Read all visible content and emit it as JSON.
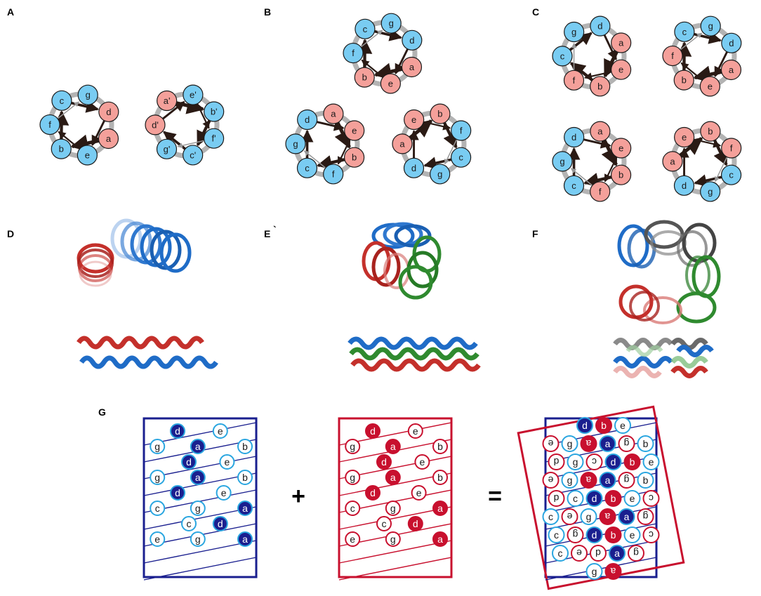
{
  "panel_labels": {
    "A": "A",
    "B": "B",
    "C": "C",
    "D": "D",
    "E": "E",
    "F": "F",
    "G": "G",
    "E_mark": "`"
  },
  "colors": {
    "core_fill": "#f4a09a",
    "surface_fill": "#79ccf2",
    "wheel_ring": "#b3b3b3",
    "arrow": "#2a1a14",
    "blue_helix": "#1f6cc7",
    "red_helix": "#c4302b",
    "green_helix": "#2f8a2f",
    "gray_helix": "#6a6a6a",
    "net_blue": "#1a1f8f",
    "net_red": "#c8102e",
    "net_outline_light": "#2aa6e0"
  },
  "panel_a": {
    "wheels": [
      {
        "labels": [
          "c",
          "g",
          "d",
          "a",
          "e",
          "b",
          "f"
        ],
        "core": [
          false,
          false,
          true,
          true,
          false,
          false,
          false
        ]
      },
      {
        "labels": [
          "e'",
          "b'",
          "f'",
          "c'",
          "g'",
          "d'",
          "a'"
        ],
        "core": [
          false,
          false,
          false,
          false,
          false,
          true,
          true
        ]
      }
    ]
  },
  "panel_b": {
    "wheels": [
      {
        "labels": [
          "c",
          "g",
          "d",
          "a",
          "e",
          "b",
          "f"
        ],
        "core": [
          false,
          false,
          false,
          true,
          true,
          true,
          false
        ]
      },
      {
        "labels": [
          "a",
          "e",
          "b",
          "f",
          "c",
          "g",
          "d"
        ],
        "core": [
          true,
          true,
          true,
          false,
          false,
          false,
          false
        ]
      },
      {
        "labels": [
          "b",
          "f",
          "c",
          "g",
          "d",
          "a",
          "e"
        ],
        "core": [
          true,
          false,
          false,
          false,
          false,
          true,
          true
        ]
      }
    ]
  },
  "panel_c": {
    "wheels": [
      {
        "labels": [
          "d",
          "a",
          "e",
          "b",
          "f",
          "c",
          "g"
        ],
        "core": [
          false,
          true,
          true,
          true,
          true,
          false,
          false
        ]
      },
      {
        "labels": [
          "c",
          "g",
          "d",
          "a",
          "e",
          "b",
          "f"
        ],
        "core": [
          false,
          false,
          false,
          true,
          true,
          true,
          true
        ]
      },
      {
        "labels": [
          "a",
          "e",
          "b",
          "f",
          "c",
          "g",
          "d"
        ],
        "core": [
          true,
          true,
          true,
          true,
          false,
          false,
          false
        ]
      },
      {
        "labels": [
          "b",
          "f",
          "c",
          "g",
          "d",
          "a",
          "e"
        ],
        "core": [
          true,
          true,
          false,
          false,
          false,
          true,
          true
        ]
      }
    ]
  },
  "panel_g": {
    "operators": {
      "plus": "+",
      "equals": "="
    },
    "blue_net": [
      {
        "l": "d",
        "s": "filled"
      },
      {
        "l": "e",
        "s": "white"
      },
      {
        "l": "g",
        "s": "white"
      },
      {
        "l": "a",
        "s": "filled"
      },
      {
        "l": "b",
        "s": "white"
      },
      {
        "l": "d",
        "s": "filled"
      },
      {
        "l": "e",
        "s": "white"
      },
      {
        "l": "g",
        "s": "white"
      },
      {
        "l": "a",
        "s": "filled"
      },
      {
        "l": "b",
        "s": "white"
      },
      {
        "l": "d",
        "s": "filled"
      },
      {
        "l": "e",
        "s": "white"
      },
      {
        "l": "c",
        "s": "white"
      },
      {
        "l": "g",
        "s": "white"
      },
      {
        "l": "a",
        "s": "filled"
      },
      {
        "l": "c",
        "s": "white"
      },
      {
        "l": "d",
        "s": "filled"
      },
      {
        "l": "e",
        "s": "white"
      },
      {
        "l": "g",
        "s": "white"
      },
      {
        "l": "a",
        "s": "filled"
      }
    ],
    "red_net": [
      {
        "l": "d",
        "s": "filled"
      },
      {
        "l": "e",
        "s": "white"
      },
      {
        "l": "g",
        "s": "white"
      },
      {
        "l": "a",
        "s": "filled"
      },
      {
        "l": "b",
        "s": "white"
      },
      {
        "l": "d",
        "s": "filled"
      },
      {
        "l": "e",
        "s": "white"
      },
      {
        "l": "g",
        "s": "white"
      },
      {
        "l": "a",
        "s": "filled"
      },
      {
        "l": "b",
        "s": "white"
      },
      {
        "l": "d",
        "s": "filled"
      },
      {
        "l": "e",
        "s": "white"
      },
      {
        "l": "c",
        "s": "white"
      },
      {
        "l": "g",
        "s": "white"
      },
      {
        "l": "a",
        "s": "filled"
      },
      {
        "l": "c",
        "s": "white"
      },
      {
        "l": "d",
        "s": "filled"
      },
      {
        "l": "e",
        "s": "white"
      },
      {
        "l": "g",
        "s": "white"
      },
      {
        "l": "a",
        "s": "filled"
      }
    ],
    "combined": [
      {
        "l": "d",
        "c": "blue",
        "s": "filled"
      },
      {
        "l": "b",
        "c": "red",
        "s": "filled"
      },
      {
        "l": "e",
        "c": "blue",
        "s": "white"
      },
      {
        "l": "e",
        "c": "red",
        "s": "white",
        "flip": true
      },
      {
        "l": "g",
        "c": "blue",
        "s": "white"
      },
      {
        "l": "a",
        "c": "red",
        "s": "filled",
        "flip": true
      },
      {
        "l": "a",
        "c": "blue",
        "s": "filled"
      },
      {
        "l": "g",
        "c": "red",
        "s": "white",
        "flip": true
      },
      {
        "l": "b",
        "c": "blue",
        "s": "white"
      },
      {
        "l": "d",
        "c": "red",
        "s": "white",
        "flip": true
      },
      {
        "l": "g",
        "c": "blue",
        "s": "white"
      },
      {
        "l": "c",
        "c": "red",
        "s": "white",
        "flip": true
      },
      {
        "l": "d",
        "c": "blue",
        "s": "filled"
      },
      {
        "l": "b",
        "c": "red",
        "s": "filled"
      },
      {
        "l": "e",
        "c": "blue",
        "s": "white"
      },
      {
        "l": "e",
        "c": "red",
        "s": "white",
        "flip": true
      },
      {
        "l": "g",
        "c": "blue",
        "s": "white"
      },
      {
        "l": "a",
        "c": "red",
        "s": "filled",
        "flip": true
      },
      {
        "l": "a",
        "c": "blue",
        "s": "filled"
      },
      {
        "l": "g",
        "c": "red",
        "s": "white",
        "flip": true
      },
      {
        "l": "b",
        "c": "blue",
        "s": "white"
      },
      {
        "l": "d",
        "c": "red",
        "s": "white",
        "flip": true
      },
      {
        "l": "c",
        "c": "blue",
        "s": "white"
      },
      {
        "l": "d",
        "c": "blue",
        "s": "filled"
      },
      {
        "l": "b",
        "c": "red",
        "s": "filled"
      },
      {
        "l": "e",
        "c": "blue",
        "s": "white"
      },
      {
        "l": "c",
        "c": "red",
        "s": "white",
        "flip": true
      },
      {
        "l": "c",
        "c": "blue",
        "s": "white"
      },
      {
        "l": "e",
        "c": "red",
        "s": "white",
        "flip": true
      },
      {
        "l": "g",
        "c": "blue",
        "s": "white"
      },
      {
        "l": "a",
        "c": "red",
        "s": "filled",
        "flip": true
      },
      {
        "l": "a",
        "c": "blue",
        "s": "filled"
      },
      {
        "l": "g",
        "c": "red",
        "s": "white",
        "flip": true
      },
      {
        "l": "c",
        "c": "blue",
        "s": "white"
      },
      {
        "l": "g",
        "c": "red",
        "s": "white",
        "flip": true
      },
      {
        "l": "d",
        "c": "blue",
        "s": "filled"
      },
      {
        "l": "b",
        "c": "red",
        "s": "filled"
      },
      {
        "l": "e",
        "c": "blue",
        "s": "white"
      },
      {
        "l": "c",
        "c": "red",
        "s": "white",
        "flip": true
      },
      {
        "l": "c",
        "c": "blue",
        "s": "white"
      },
      {
        "l": "e",
        "c": "red",
        "s": "white",
        "flip": true
      },
      {
        "l": "d",
        "c": "red",
        "s": "white",
        "flip": true
      },
      {
        "l": "a",
        "c": "blue",
        "s": "filled"
      },
      {
        "l": "g",
        "c": "red",
        "s": "white",
        "flip": true
      },
      {
        "l": "g",
        "c": "blue",
        "s": "white"
      },
      {
        "l": "a",
        "c": "red",
        "s": "filled",
        "flip": true
      }
    ]
  }
}
